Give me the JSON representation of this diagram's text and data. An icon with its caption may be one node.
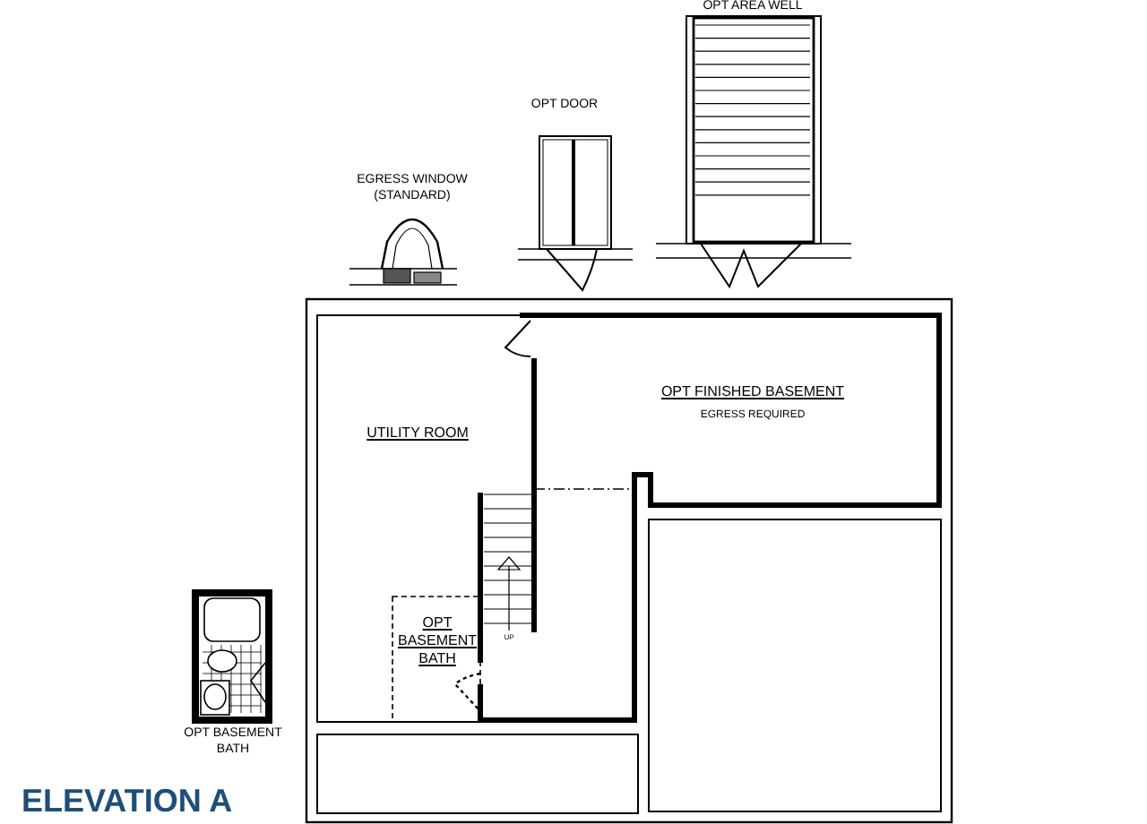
{
  "diagram": {
    "title": "ELEVATION A",
    "labels": [
      "OPT AREA WELL",
      "OPT DOOR",
      "EGRESS WINDOW (STANDARD)",
      "UTILITY ROOM",
      "OPT FINISHED BASEMENT",
      "EGRESS REQUIRED",
      "OPT BASEMENT BATH",
      "UP",
      "OPT BASEMENT BATH"
    ]
  }
}
